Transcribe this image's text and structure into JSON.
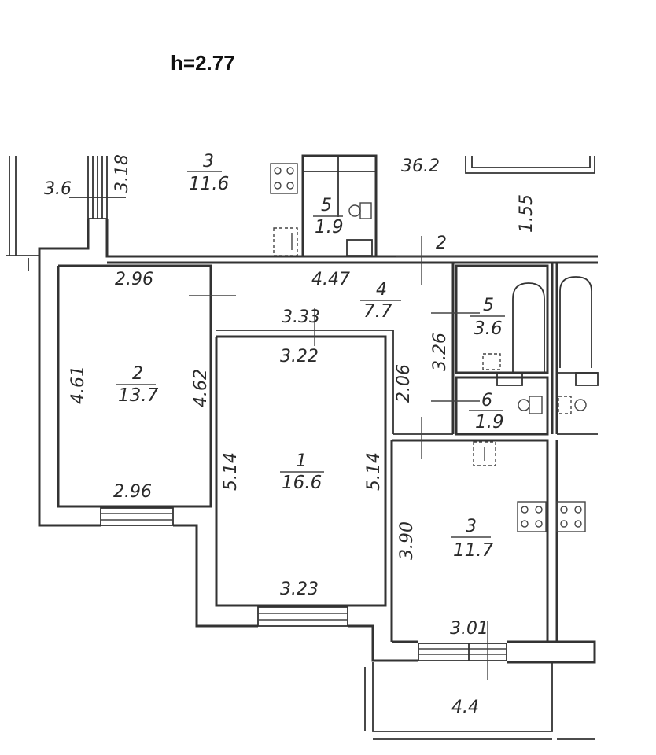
{
  "ceiling_height": "h=2.77",
  "rooms": [
    {
      "number": "1",
      "area": "16.6"
    },
    {
      "number": "2",
      "area": "13.7"
    },
    {
      "number": "3",
      "area": "11.7"
    },
    {
      "number": "4",
      "area": "7.7"
    },
    {
      "number": "5",
      "area": "3.6"
    },
    {
      "number": "6",
      "area": "1.9"
    }
  ],
  "neighbor_rooms": [
    {
      "number": "3",
      "area": "11.6"
    },
    {
      "number": "5",
      "area": "1.9"
    }
  ],
  "neighbor_area": "36.2",
  "dimensions": {
    "d_3_6": "3.6",
    "d_3_18": "3.18",
    "d_1_55": "1.55",
    "d_2": "2",
    "d_2_96_top": "2.96",
    "d_4_47": "4.47",
    "d_3_33": "3.33",
    "d_3_22": "3.22",
    "d_3_26": "3.26",
    "d_2_06": "2.06",
    "d_4_61": "4.61",
    "d_4_62": "4.62",
    "d_5_14_left": "5.14",
    "d_5_14_right": "5.14",
    "d_2_96_bottom": "2.96",
    "d_3_90": "3.90",
    "d_3_23": "3.23",
    "d_3_01": "3.01",
    "d_4_4": "4.4"
  }
}
